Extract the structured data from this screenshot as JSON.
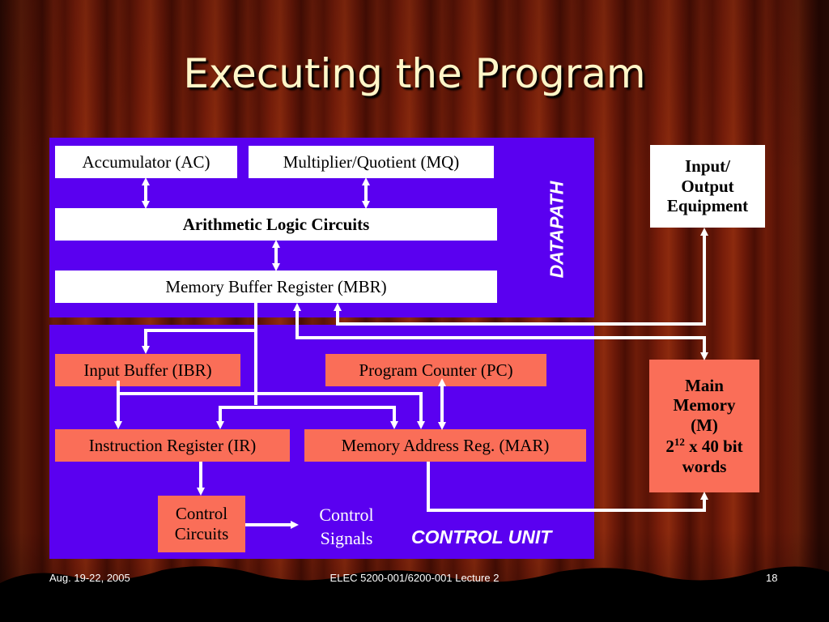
{
  "slide": {
    "title": "Executing the Program",
    "footer_left": "Aug. 19-22, 2005",
    "footer_center": "ELEC 5200-001/6200-001 Lecture 2",
    "footer_right": "18"
  },
  "datapath": {
    "label": "DATAPATH",
    "accumulator": "Accumulator (AC)",
    "mq": "Multiplier/Quotient (MQ)",
    "alu": "Arithmetic Logic Circuits",
    "mbr": "Memory Buffer Register (MBR)"
  },
  "control_unit": {
    "label": "CONTROL UNIT",
    "ibr": "Input Buffer (IBR)",
    "pc": "Program Counter (PC)",
    "ir": "Instruction Register (IR)",
    "mar": "Memory Address Reg. (MAR)",
    "control_circuits_line1": "Control",
    "control_circuits_line2": "Circuits",
    "control_signals_line1": "Control",
    "control_signals_line2": "Signals"
  },
  "io": {
    "line1": "Input/",
    "line2": "Output",
    "line3": "Equipment"
  },
  "memory": {
    "line1": "Main",
    "line2": "Memory",
    "line3": "(M)",
    "size_base": "2",
    "size_exp": "12",
    "size_rest": " x 40 bit",
    "line5": "words"
  },
  "colors": {
    "panel": "#5a00f0",
    "register_box": "#fa6e58",
    "title": "#fff6c8"
  }
}
